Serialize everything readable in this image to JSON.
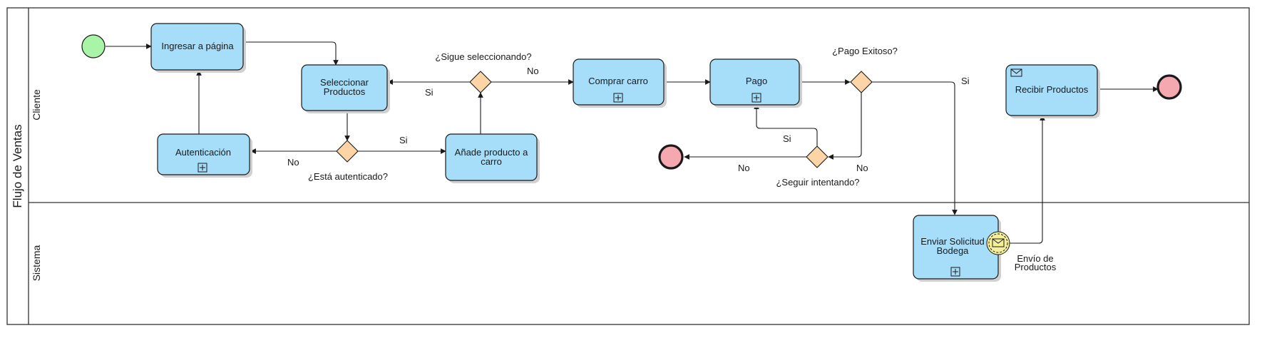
{
  "pool": {
    "name": "Flujo de Ventas"
  },
  "lanes": [
    {
      "id": "cliente",
      "name": "Cliente"
    },
    {
      "id": "sistema",
      "name": "Sistema"
    }
  ],
  "tasks": {
    "ingresar": {
      "lines": [
        "Ingresar a página"
      ]
    },
    "autenticacion": {
      "lines": [
        "Autenticación"
      ],
      "subprocess": true
    },
    "seleccionar": {
      "lines": [
        "Seleccionar",
        "Productos"
      ]
    },
    "anade": {
      "lines": [
        "Añade producto a",
        "carro"
      ]
    },
    "comprar": {
      "lines": [
        "Comprar carro"
      ],
      "subprocess": true
    },
    "pago": {
      "lines": [
        "Pago"
      ],
      "subprocess": true
    },
    "recibir": {
      "lines": [
        "Recibir Productos"
      ],
      "message": true
    },
    "enviar": {
      "lines": [
        "Enviar Solicitud",
        "Bodega"
      ],
      "subprocess": true
    }
  },
  "gateways": {
    "autenticado": {
      "label": "¿Está autenticado?"
    },
    "sigue": {
      "label": "¿Sigue seleccionando?"
    },
    "pago_exitoso": {
      "label": "¿Pago Exitoso?"
    },
    "seguir": {
      "label": "¿Seguir intentando?"
    }
  },
  "flow_labels": {
    "auth_no": "No",
    "auth_si": "Si",
    "sigue_si": "Si",
    "sigue_no": "No",
    "pago_si": "Si",
    "seguir_si": "Si",
    "seguir_no": "No",
    "pago_no": "No"
  },
  "message_event": {
    "lines": [
      "Envío de",
      "Productos"
    ]
  },
  "colors": {
    "task_fill": "#a6ddf9",
    "gateway_fill": "#fcd4a6",
    "start_fill": "#a8f5a8",
    "end_fill": "#f5a8b0",
    "message_event_fill": "#f5ef9a"
  }
}
